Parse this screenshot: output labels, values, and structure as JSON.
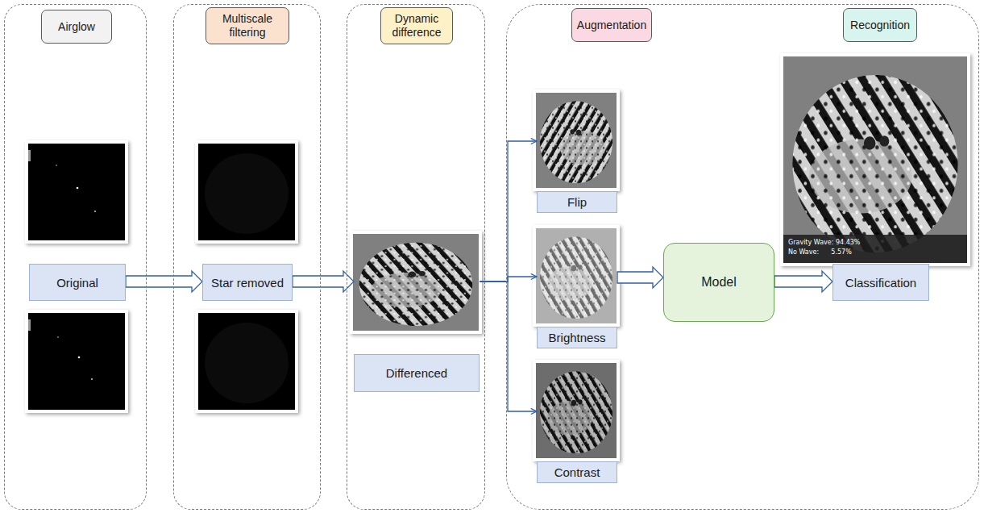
{
  "diagram": {
    "nodes": [
      {
        "text": [
          "Airglow"
        ]
      },
      {
        "text": [
          "Original"
        ],
        "in": 0
      },
      {
        "text": [
          "Multiscale filtering"
        ]
      },
      {
        "text": [
          "Star removed"
        ],
        "in": 2
      },
      {
        "text": [
          "Dynamic difference"
        ]
      },
      {
        "text": [
          "Differenced"
        ],
        "in": 4
      },
      {
        "text": [
          "Augmentation",
          "Recognition"
        ]
      },
      {
        "text": [
          "Flip"
        ],
        "in": 6
      },
      {
        "text": [
          "Brightness"
        ],
        "in": 6
      },
      {
        "text": [
          "Contrast"
        ],
        "in": 6
      },
      {
        "text": [
          "Model"
        ],
        "in": 6
      },
      {
        "text": [
          "Classification"
        ],
        "in": 6
      }
    ],
    "edges": [
      {
        "from": 1,
        "to": 3,
        "arrow": "to"
      },
      {
        "from": 3,
        "to": 5,
        "arrow": "to"
      },
      {
        "from": 5,
        "to": 7,
        "arrow": "to"
      },
      {
        "from": 5,
        "to": 8,
        "arrow": "to"
      },
      {
        "from": 5,
        "to": 9,
        "arrow": "to"
      },
      {
        "from": 8,
        "to": 10,
        "arrow": "to"
      },
      {
        "from": 10,
        "to": 11,
        "arrow": "to"
      }
    ],
    "labels": [
      "Gravity Wave: 94.43%",
      "No Wave:      5.57%"
    ]
  }
}
